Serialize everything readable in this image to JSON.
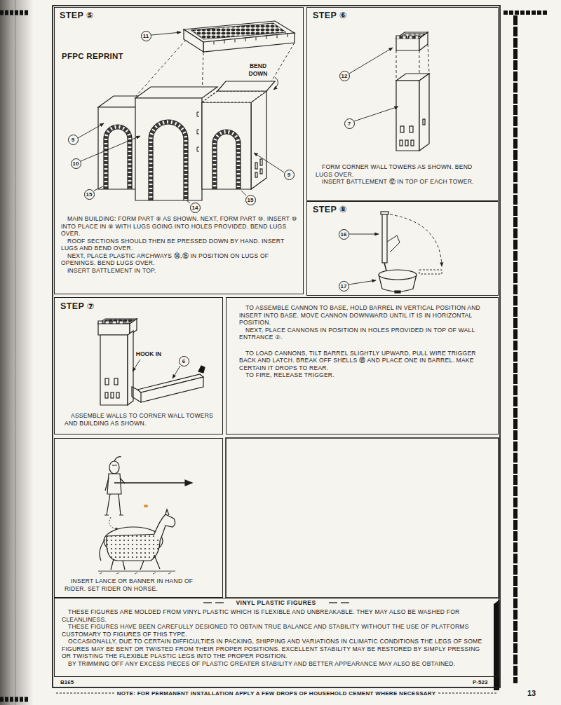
{
  "diagram": {
    "nodes": [
      {
        "text": [
          "STEP ⑤",
          "PFPC REPRINT",
          "MAIN BUILDING: FORM PART ⑨ AS SHOWN. NEXT, FORM PART ⑩. INSERT ⑩ INTO PLACE IN ⑨ WITH LUGS GOING INTO HOLES PROVIDED. BEND LUGS OVER.",
          "ROOF SECTIONS SHOULD THEN BE PRESSED DOWN BY HAND. INSERT LUGS AND BEND OVER.",
          "NEXT, PLACE PLASTIC ARCHWAYS ⑭,⑮ IN POSITION ON LUGS OF OPENINGS. BEND LUGS OVER.",
          "INSERT BATTLEMENT IN TOP."
        ]
      },
      {
        "text": [
          "STEP ⑥",
          "FORM CORNER WALL TOWERS AS SHOWN. BEND LUGS OVER.",
          "INSERT BATTLEMENT ⑫ IN TOP OF EACH TOWER."
        ]
      },
      {
        "text": [
          "STEP ⑧"
        ]
      },
      {
        "text": [
          "STEP ⑦",
          "ASSEMBLE WALLS TO CORNER WALL TOWERS AND BUILDING AS SHOWN."
        ]
      },
      {
        "text": [
          "TO ASSEMBLE CANNON TO BASE, HOLD BARREL IN VERTICAL POSITION AND INSERT INTO BASE. MOVE CANNON DOWNWARD UNTIL IT IS IN HORIZONTAL POSITION.",
          "NEXT, PLACE CANNONS IN POSITION IN HOLES PROVIDED IN TOP OF WALL ENTRANCE ②.",
          "TO LOAD CANNONS, TILT BARREL SLIGHTLY UPWARD, PULL WIRE TRIGGER BACK AND LATCH. BREAK OFF SHELLS ⑱ AND PLACE ONE IN BARREL. MAKE CERTAIN IT DROPS TO REAR.",
          "TO FIRE, RELEASE TRIGGER."
        ]
      },
      {
        "text": [
          "INSERT LANCE OR BANNER IN HAND OF RIDER. SET RIDER ON HORSE."
        ]
      },
      {
        "text": [
          "VINYL PLASTIC FIGURES",
          "THESE FIGURES ARE MOLDED FROM VINYL PLASTIC WHICH IS FLEXIBLE AND UNBREAKABLE. THEY MAY ALSO BE WASHED FOR CLEANLINESS.",
          "THESE FIGURES HAVE BEEN CAREFULLY DESIGNED TO OBTAIN TRUE BALANCE AND STABILITY WITHOUT THE USE OF PLATFORMS CUSTOMARY TO FIGURES OF THIS TYPE.",
          "OCCASIONALLY, DUE TO CERTAIN DIFFICULTIES IN PACKING, SHIPPING AND VARIATIONS IN CLIMATIC CONDITIONS THE LEGS OF SOME FIGURES MAY BE BENT OR TWISTED FROM THEIR PROPER POSITIONS. EXCELLENT STABILITY MAY BE RESTORED BY SIMPLY PRESSING OR TWISTING THE FLEXIBLE PLASTIC LEGS INTO THE PROPER POSITION.",
          "BY TRIMMING OFF ANY EXCESS PIECES OF PLASTIC GREATER STABILITY AND BETTER APPEARANCE MAY ALSO BE OBTAINED."
        ]
      }
    ],
    "labels": [
      "11",
      "BEND DOWN",
      "9",
      "10",
      "9",
      "15",
      "14",
      "15",
      "12",
      "7",
      "16",
      "17",
      "HOOK IN",
      "6",
      "B165",
      "P-523",
      "NOTE: FOR PERMANENT INSTALLATION APPLY A FEW DROPS OF HOUSEHOLD CEMENT WHERE NECESSARY",
      "13"
    ]
  }
}
